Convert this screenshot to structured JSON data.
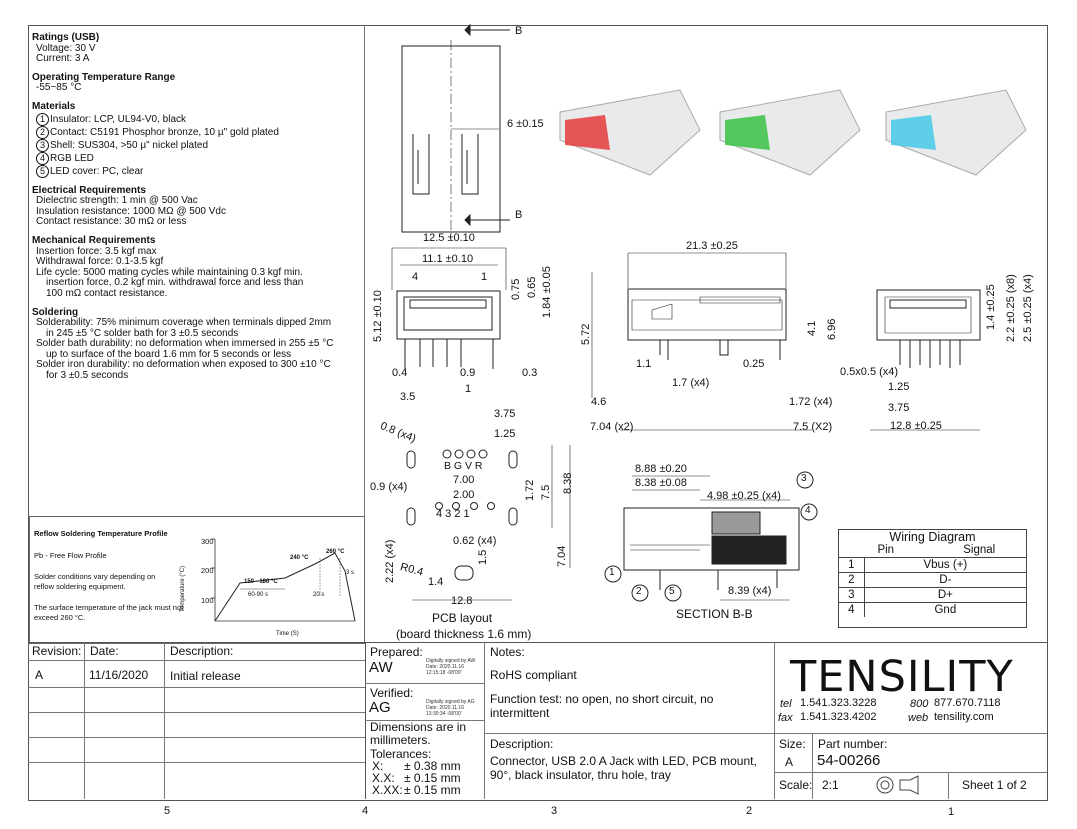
{
  "specs": {
    "ratings": {
      "title": "Ratings (USB)",
      "lines": [
        "Voltage: 30 V",
        "Current:  3 A"
      ]
    },
    "temp": {
      "title": "Operating Temperature Range",
      "lines": [
        "-55~85 °C"
      ]
    },
    "materials": {
      "title": "Materials",
      "items": [
        {
          "n": "1",
          "text": "Insulator: LCP, UL94-V0, black"
        },
        {
          "n": "2",
          "text": "Contact: C5191 Phosphor bronze, 10 µ\" gold plated"
        },
        {
          "n": "3",
          "text": "Shell: SUS304,  >50 µ\" nickel plated"
        },
        {
          "n": "4",
          "text": "RGB LED"
        },
        {
          "n": "5",
          "text": "LED cover: PC, clear"
        }
      ]
    },
    "electrical": {
      "title": "Electrical Requirements",
      "lines": [
        "Dielectric strength: 1 min @ 500 Vac",
        "Insulation resistance: 1000 MΩ @ 500 Vdc",
        "Contact resistance: 30 mΩ or less"
      ]
    },
    "mechanical": {
      "title": "Mechanical Requirements",
      "lines": [
        "Insertion force: 3.5 kgf max",
        "Withdrawal force: 0.1-3.5 kgf",
        "Life cycle: 5000 mating cycles while maintaining 0.3 kgf min.",
        "insertion force, 0.2 kgf min. withdrawal force and less than",
        "100 mΩ contact resistance."
      ]
    },
    "soldering": {
      "title": "Soldering",
      "lines": [
        "Solderability: 75% minimum coverage when terminals dipped 2mm",
        "in 245 ±5 °C solder bath for 3 ±0.5 seconds",
        "Solder bath durability: no deformation when immersed in 255 ±5 °C",
        "up to surface of the board 1.6 mm for 5 seconds or less",
        "Solder iron durability: no deformation when exposed to 300 ±10 °C",
        "for 3 ±0.5 seconds"
      ]
    }
  },
  "reflow": {
    "title": "Reflow Soldering Temperature Profile",
    "subtitle": "Pb - Free Flow Profile",
    "note1": "Solder conditions vary depending on reflow soldering equipment.",
    "note2": "The surface temperature of the jack must not exceed 260 °C.",
    "ylabel": "Temperature (°C)",
    "xlabel": "Time (S)",
    "yticks": [
      "300",
      "200",
      "100"
    ],
    "ann": {
      "peak": "260 °C",
      "t240": "240 °C",
      "pre": "150 - 180 °C",
      "t6090": "60-90 s",
      "t20": "20 s",
      "t3": "3 s"
    }
  },
  "drawings": {
    "top": {
      "b1": "B",
      "b2": "B",
      "w": "6 ±0.15"
    },
    "front": {
      "d1": "12.5 ±0.10",
      "d2": "11.1 ±0.10",
      "p4": "4",
      "p1": "1",
      "v1": "0.75",
      "v2": "0.65",
      "v3": "1.84 ±0.05",
      "v4": "5.12 ±0.10",
      "d04": "0.4",
      "d09": "0.9",
      "d03": "0.3",
      "d1b": "1",
      "d35": "3.5"
    },
    "side": {
      "d213": "21.3 ±0.25",
      "v572": "5.72",
      "v41": "4.1",
      "v696": "6.96",
      "d11": "1.1",
      "d025": "0.25",
      "d17": "1.7 (x4)",
      "d46": "4.6",
      "d172": "1.72 (x4)",
      "d704": "7.04 (x2)",
      "d75": "7.5 (X2)"
    },
    "end": {
      "v14": "1.4 ±0.25",
      "v22": "2.2 ±0.25 (x8)",
      "v25": "2.5 ±0.25 (x4)",
      "d05": "0.5x0.5 (x4)",
      "d125": "1.25",
      "d375": "3.75",
      "d128": "12.8 ±0.25"
    },
    "pcb": {
      "d08": "0.8 (x4)",
      "d375": "3.75",
      "d125": "1.25",
      "pins": "B G V R",
      "d09": "0.9 (x4)",
      "d700": "7.00",
      "d200": "2.00",
      "d172": "1.72",
      "d75": "7.5",
      "d838": "8.38",
      "p4321": "4  3  2  1",
      "d062": "0.62 (x4)",
      "d15": "1.5",
      "d222": "2.22 (x4)",
      "r04": "R0.4",
      "d14": "1.4",
      "d704": "7.04",
      "d128": "12.8",
      "caption": "PCB layout",
      "caption2": "(board thickness 1.6 mm)"
    },
    "section": {
      "d888": "8.88 ±0.20",
      "d838": "8.38 ±0.08",
      "d498": "4.98 ±0.25 (x4)",
      "d839": "8.39 (x4)",
      "caption": "SECTION B-B",
      "c1": "1",
      "c2": "2",
      "c3": "3",
      "c4": "4",
      "c5": "5"
    }
  },
  "wiring": {
    "title": "Wiring Diagram",
    "headers": [
      "Pin",
      "Signal"
    ],
    "rows": [
      [
        "1",
        "Vbus (+)"
      ],
      [
        "2",
        "D-"
      ],
      [
        "3",
        "D+"
      ],
      [
        "4",
        "Gnd"
      ]
    ]
  },
  "titleblock": {
    "rev_h": "Revision:",
    "date_h": "Date:",
    "desc_h": "Description:",
    "rev": "A",
    "date": "11/16/2020",
    "desc": "Initial release",
    "prepared_h": "Prepared:",
    "prepared": "AW",
    "prep_sig": "Digitally signed by AW Date: 2020.11.16 12:15:18 -08'00'",
    "verified_h": "Verified:",
    "verified": "AG",
    "ver_sig": "Digitally signed by AG Date: 2020.11.16 13:30:34 -08'00'",
    "dims": "Dimensions are in millimeters.",
    "tol": "Tolerances:",
    "tx": "X:",
    "txv": "± 0.38 mm",
    "txx": "X.X:",
    "txxv": "± 0.15 mm",
    "txxx": "X.XX:",
    "txxxv": "± 0.15 mm",
    "notes_h": "Notes:",
    "note1": "RoHS compliant",
    "note2": "Function test: no open, no short circuit, no intermittent",
    "descr_h": "Description:",
    "descr": "Connector, USB 2.0 A Jack with LED, PCB mount, 90°, black insulator, thru hole, tray",
    "logo": "TENSILITY",
    "tel_l": "tel",
    "tel": "1.541.323.3228",
    "l800": "800",
    "n800": "877.670.7118",
    "fax_l": "fax",
    "fax": "1.541.323.4202",
    "web_l": "web",
    "web": "tensility.com",
    "size_h": "Size:",
    "size": "A",
    "pn_h": "Part number:",
    "pn": "54-00266",
    "scale_h": "Scale:",
    "scale": "2:1",
    "sheet": "Sheet 1 of 2",
    "zones": [
      "5",
      "4",
      "3",
      "2",
      "1"
    ]
  },
  "colors": {
    "led_red": "#e53030",
    "led_green": "#2fbf3a",
    "led_cyan": "#3cc8e8"
  }
}
